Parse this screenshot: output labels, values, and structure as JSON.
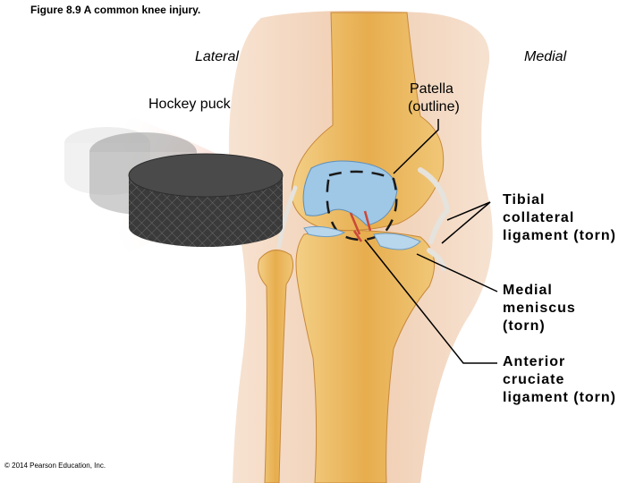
{
  "figure": {
    "title": "Figure 8.9  A common knee injury."
  },
  "orientation": {
    "lateral": "Lateral",
    "medial": "Medial"
  },
  "labels": {
    "hockey_puck": "Hockey puck",
    "patella_line1": "Patella",
    "patella_line2": "(outline)",
    "tibial_collateral": "Tibial collateral ligament (torn)",
    "medial_meniscus": "Medial meniscus (torn)",
    "acl": "Anterior cruciate ligament (torn)"
  },
  "footer": {
    "copyright": "© 2014 Pearson Education, Inc."
  },
  "colors": {
    "skin": "#f2d3b8",
    "bone": "#e9b45a",
    "cartilage": "#9fc7e6",
    "puck": "#3e3e3e",
    "ligament": "#e2ded9"
  }
}
